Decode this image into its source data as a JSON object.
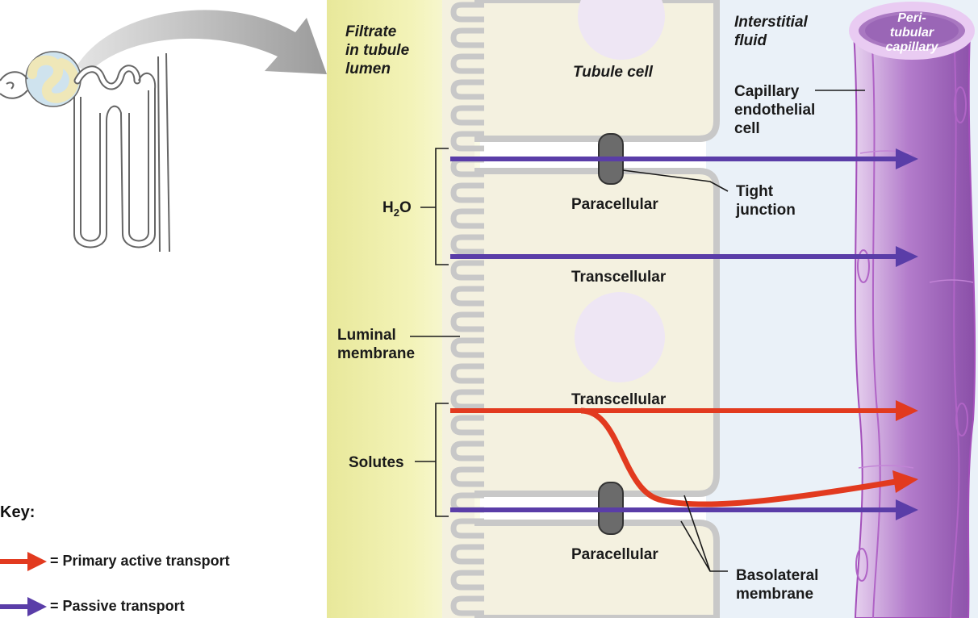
{
  "labels": {
    "filtrate": "Filtrate\nin tubule\nlumen",
    "tubule_cell": "Tubule cell",
    "interstitial": "Interstitial\nfluid",
    "peritubular": "Peri-\ntubular\ncapillary",
    "capillary_endothelial": "Capillary\nendothelial\ncell",
    "tight_junction": "Tight\njunction",
    "h2o_main": "H",
    "h2o_sub": "2",
    "h2o_end": "O",
    "paracellular_top": "Paracellular",
    "transcellular_top": "Transcellular",
    "luminal": "Luminal\nmembrane",
    "transcellular_bottom": "Transcellular",
    "solutes": "Solutes",
    "paracellular_bottom": "Paracellular",
    "basolateral": "Basolateral\nmembrane"
  },
  "key": {
    "title": "Key:",
    "primary": "= Primary active transport",
    "passive": "= Passive transport"
  },
  "colors": {
    "lumen_yellow": "#f0f0a8",
    "cell_fill": "#f4f1e0",
    "interstitial_fill": "#eaf1f8",
    "capillary_purple": "#a76ac1",
    "passive_arrow": "#5a3da8",
    "active_arrow": "#e23a1f",
    "membrane_gray": "#c8c8c8",
    "nucleus": "#eee6f4"
  }
}
